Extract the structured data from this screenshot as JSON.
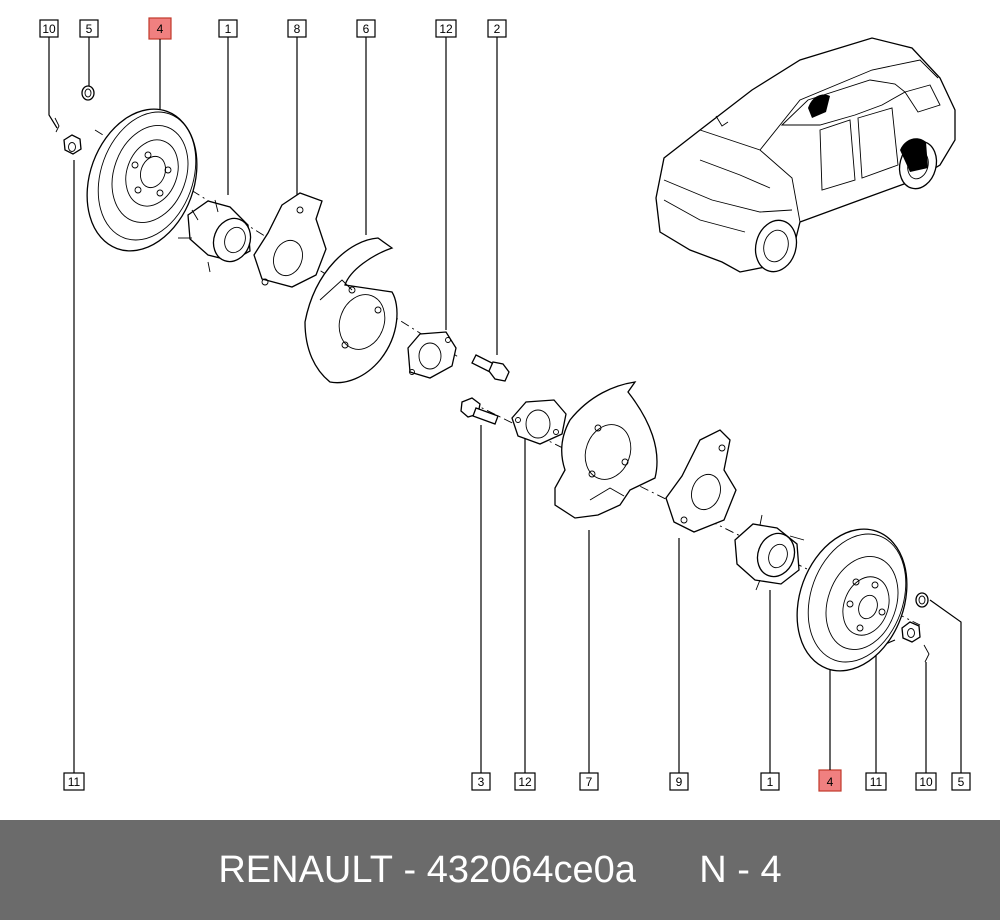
{
  "callouts_top": [
    "10",
    "5",
    "4",
    "1",
    "8",
    "6",
    "12",
    "2"
  ],
  "callout_left_bottom": "11",
  "callouts_bottom": [
    "3",
    "12",
    "7",
    "9",
    "1",
    "4",
    "11",
    "10",
    "5"
  ],
  "highlighted_part": "4",
  "highlight_color": "#f08080",
  "footer": {
    "brand": "RENAULT",
    "separator": " - ",
    "part_code": "432064ce0a",
    "position_label": "N - 4",
    "background": "#6b6b6b"
  }
}
